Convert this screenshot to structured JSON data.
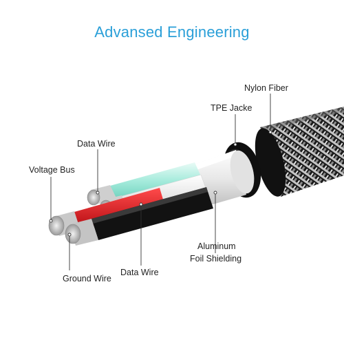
{
  "title": "Advansed Engineering",
  "labels": {
    "nylon_fiber": "Nylon Fiber",
    "tpe_jacket": "TPE Jacke",
    "data_wire_top": "Data Wire",
    "voltage_bus": "Voltage Bus",
    "aluminum_foil_line1": "Aluminum",
    "aluminum_foil_line2": "Foil Shielding",
    "ground_wire": "Ground Wire",
    "data_wire_bottom": "Data Wire"
  },
  "colors": {
    "title": "#2a9fd8",
    "voltage_bus_insulation": "#d8131b",
    "ground_wire_insulation": "#111111",
    "data_wire_top_insulation": "#9fe7d8",
    "data_wire_bottom_insulation": "#ffffff",
    "braid_dark": "#1b1b1b",
    "braid_light": "#b8b8b8",
    "foil": "#e6e6e6"
  }
}
